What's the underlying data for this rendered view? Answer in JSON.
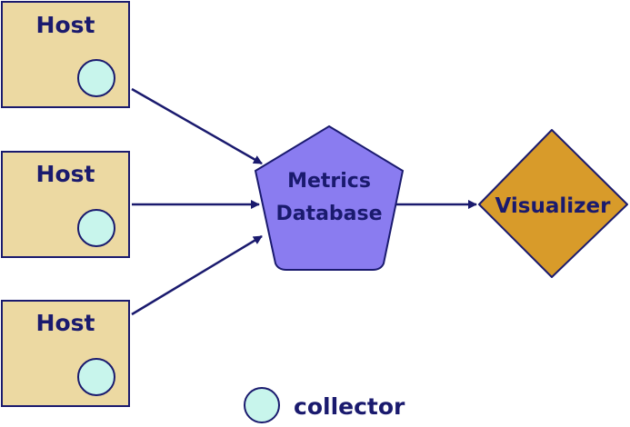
{
  "hosts": [
    {
      "label": "Host"
    },
    {
      "label": "Host"
    },
    {
      "label": "Host"
    }
  ],
  "database": {
    "label_line1": "Metrics",
    "label_line2": "Database"
  },
  "visualizer": {
    "label": "Visualizer"
  },
  "legend": {
    "label": "collector"
  },
  "colors": {
    "host_fill": "#ecd9a2",
    "host_stroke": "#1a1a6e",
    "collector_fill": "#c8f5ec",
    "database_fill": "#8a7cf0",
    "visualizer_fill": "#d89b2a",
    "arrow": "#1a1a6e",
    "text": "#1a1a6e"
  }
}
